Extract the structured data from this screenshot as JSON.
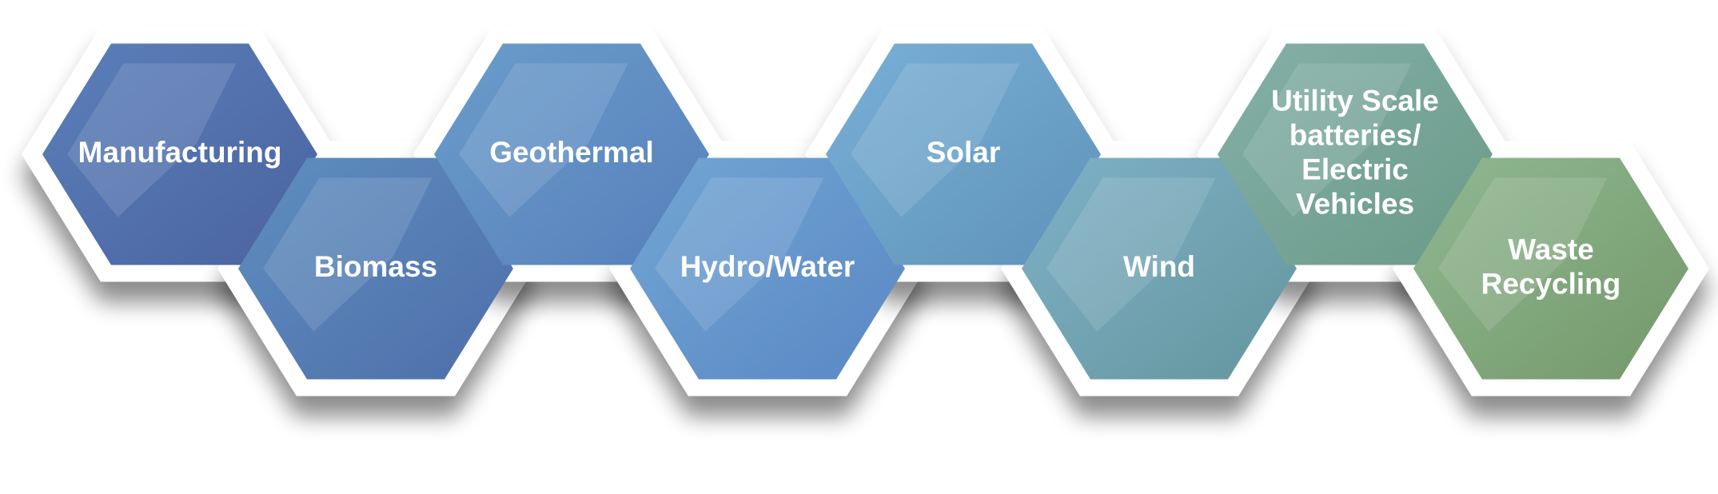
{
  "diagram": {
    "hexagons": [
      {
        "id": "manufacturing",
        "lines": [
          "Manufacturing"
        ],
        "colors": [
          "#5b7fba",
          "#4a63a0"
        ],
        "row": "top"
      },
      {
        "id": "biomass",
        "lines": [
          "Biomass"
        ],
        "colors": [
          "#5e8fc0",
          "#4f6eaa"
        ],
        "row": "bottom"
      },
      {
        "id": "geothermal",
        "lines": [
          "Geothermal"
        ],
        "colors": [
          "#6a9dcb",
          "#577fbb"
        ],
        "row": "top"
      },
      {
        "id": "hydro-water",
        "lines": [
          "Hydro/Water"
        ],
        "colors": [
          "#72a6d4",
          "#5a87c4"
        ],
        "row": "bottom"
      },
      {
        "id": "solar",
        "lines": [
          "Solar"
        ],
        "colors": [
          "#79b0d8",
          "#5f92b8"
        ],
        "row": "top"
      },
      {
        "id": "wind",
        "lines": [
          "Wind"
        ],
        "colors": [
          "#7fb1c8",
          "#64969e"
        ],
        "row": "bottom"
      },
      {
        "id": "utility-scale",
        "lines": [
          "Utility Scale",
          "batteries/",
          "Electric",
          "Vehicles"
        ],
        "colors": [
          "#85b0a8",
          "#6a9a88"
        ],
        "row": "top"
      },
      {
        "id": "waste-recycling",
        "lines": [
          "Waste",
          "Recycling"
        ],
        "colors": [
          "#90b892",
          "#74986a"
        ],
        "row": "bottom"
      }
    ],
    "frame_color": "#ffffff",
    "shadow_color": "#9aa3ad"
  }
}
